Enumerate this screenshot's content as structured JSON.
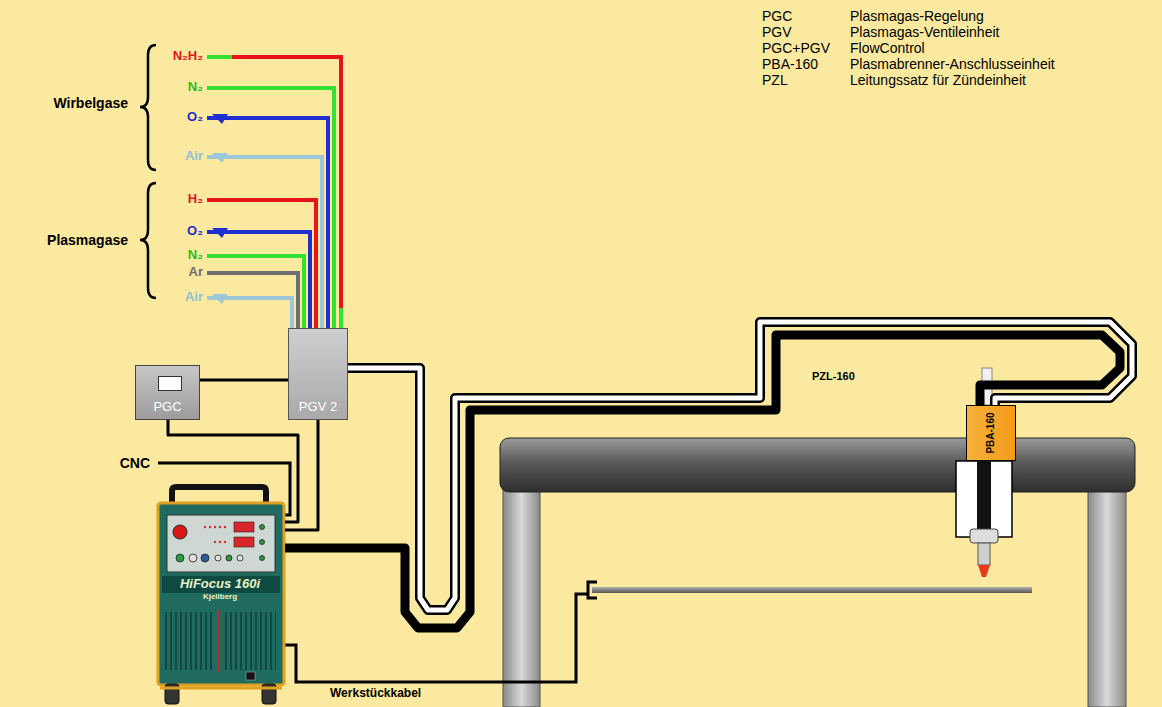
{
  "diagram": {
    "nodes": [
      {
        "text": [
          "PGV 2"
        ]
      },
      {
        "text": [
          "PGC"
        ]
      },
      {
        "text": [
          "PBA-160"
        ]
      },
      {
        "text": [
          "HiFocus 160i",
          "Kjellberg"
        ]
      }
    ],
    "edges": [
      {
        "from": 1,
        "to": 0,
        "arrow": "none"
      },
      {
        "from": 1,
        "to": 3,
        "arrow": "none"
      },
      {
        "from": 0,
        "to": 3,
        "arrow": "none"
      },
      {
        "from": 0,
        "to": 2,
        "arrow": "none"
      },
      {
        "from": 3,
        "to": 2,
        "arrow": "none"
      }
    ],
    "labels": [
      "Wirbelgase",
      "N₂H₂",
      "N₂",
      "O₂",
      "Air",
      "Plasmagase",
      "H₂",
      "O₂",
      "N₂",
      "Ar",
      "Air",
      "CNC",
      "PZL-160",
      "Werkstückkabel",
      "PGC",
      "Plasmagas-Regelung",
      "PGV",
      "Plasmagas-Ventileinheit",
      "PGC+PGV",
      "FlowControl",
      "PBA-160",
      "Plasmabrenner-Anschlusseinheit",
      "PZL",
      "Leitungssatz für Zündeinheit"
    ]
  }
}
